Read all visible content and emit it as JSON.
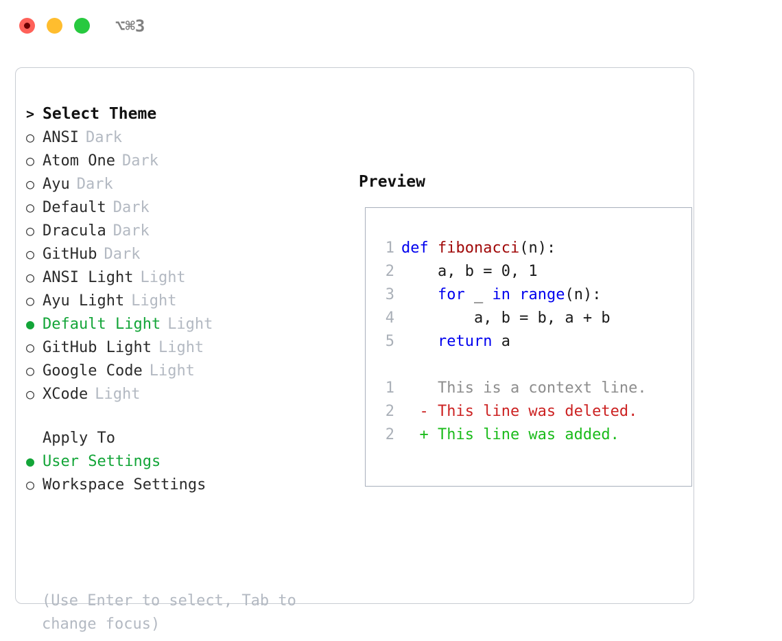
{
  "titlebar": {
    "title": "⌥⌘3",
    "buttons": [
      {
        "name": "close",
        "color": "#ff6159"
      },
      {
        "name": "minimize",
        "color": "#ffbd2e"
      },
      {
        "name": "zoom",
        "color": "#27c93f"
      }
    ]
  },
  "theme_list": {
    "header_marker": ">",
    "header_label": "Select Theme",
    "unselected_marker": "○",
    "selected_marker": "●",
    "items": [
      {
        "name": "ANSI",
        "variant": "Dark",
        "selected": false
      },
      {
        "name": "Atom One",
        "variant": "Dark",
        "selected": false
      },
      {
        "name": "Ayu",
        "variant": "Dark",
        "selected": false
      },
      {
        "name": "Default",
        "variant": "Dark",
        "selected": false
      },
      {
        "name": "Dracula",
        "variant": "Dark",
        "selected": false
      },
      {
        "name": "GitHub",
        "variant": "Dark",
        "selected": false
      },
      {
        "name": "ANSI Light",
        "variant": "Light",
        "selected": false
      },
      {
        "name": "Ayu Light",
        "variant": "Light",
        "selected": false
      },
      {
        "name": "Default Light",
        "variant": "Light",
        "selected": true
      },
      {
        "name": "GitHub Light",
        "variant": "Light",
        "selected": false
      },
      {
        "name": "Google Code",
        "variant": "Light",
        "selected": false
      },
      {
        "name": "XCode",
        "variant": "Light",
        "selected": false
      }
    ]
  },
  "apply_to": {
    "title": "Apply To",
    "options": [
      {
        "label": "User Settings",
        "selected": true
      },
      {
        "label": "Workspace Settings",
        "selected": false
      }
    ]
  },
  "hint": "(Use Enter to select, Tab to change focus)",
  "preview": {
    "title": "Preview",
    "code": [
      {
        "no": "1",
        "tokens": [
          {
            "t": "def ",
            "c": "kw"
          },
          {
            "t": "fibonacci",
            "c": "fn"
          },
          {
            "t": "(n):",
            "c": "plain"
          }
        ]
      },
      {
        "no": "2",
        "tokens": [
          {
            "t": "    a, b = 0, 1",
            "c": "plain"
          }
        ]
      },
      {
        "no": "3",
        "tokens": [
          {
            "t": "    ",
            "c": "plain"
          },
          {
            "t": "for",
            "c": "kw"
          },
          {
            "t": " _ ",
            "c": "plain"
          },
          {
            "t": "in",
            "c": "kw"
          },
          {
            "t": " ",
            "c": "plain"
          },
          {
            "t": "range",
            "c": "kw"
          },
          {
            "t": "(n):",
            "c": "plain"
          }
        ]
      },
      {
        "no": "4",
        "tokens": [
          {
            "t": "        a, b = b, a + b",
            "c": "plain"
          }
        ]
      },
      {
        "no": "5",
        "tokens": [
          {
            "t": "    ",
            "c": "plain"
          },
          {
            "t": "return",
            "c": "kw"
          },
          {
            "t": " a",
            "c": "plain"
          }
        ]
      }
    ],
    "diff": [
      {
        "no": "1",
        "marker": "  ",
        "text": "This is a context line.",
        "kind": "ctx"
      },
      {
        "no": "2",
        "marker": "- ",
        "text": "This line was deleted.",
        "kind": "del"
      },
      {
        "no": "2",
        "marker": "+ ",
        "text": "This line was added.",
        "kind": "add"
      }
    ]
  },
  "colors": {
    "selected_green": "#13a538",
    "muted_gray": "#b3b9c2",
    "keyword_blue": "#0000ee",
    "function_red": "#a00808",
    "diff_delete": "#cc2222",
    "diff_add": "#1bbb1b",
    "panel_border": "#c8ccd2",
    "preview_border": "#a8b0bc"
  }
}
